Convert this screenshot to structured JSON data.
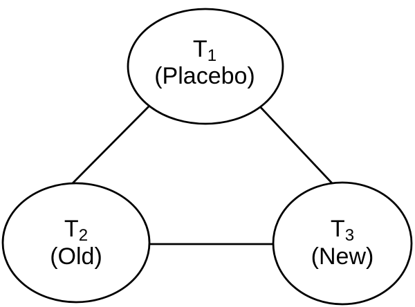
{
  "diagram": {
    "type": "network",
    "background_color": "#ffffff",
    "stroke_color": "#000000",
    "text_color": "#000000",
    "nodes": [
      {
        "id": "t1",
        "symbol": "T",
        "subscript": "1",
        "label": "(Placebo)"
      },
      {
        "id": "t2",
        "symbol": "T",
        "subscript": "2",
        "label": "(Old)"
      },
      {
        "id": "t3",
        "symbol": "T",
        "subscript": "3",
        "label": "(New)"
      }
    ],
    "edges": [
      {
        "from": "t1",
        "to": "t2"
      },
      {
        "from": "t1",
        "to": "t3"
      },
      {
        "from": "t2",
        "to": "t3"
      }
    ]
  }
}
